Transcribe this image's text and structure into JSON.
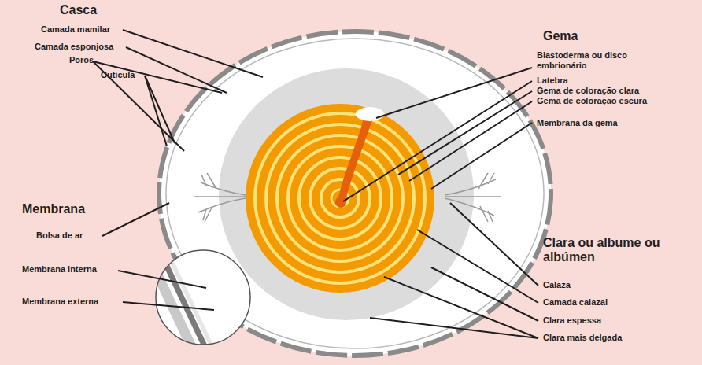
{
  "diagram": {
    "labels": [
      "Casca",
      "Camada mamilar",
      "Camada esponjosa",
      "Poros",
      "Cutícula",
      "Membrana",
      "Bolsa de ar",
      "Membrana interna",
      "Membrana externa",
      "Gema",
      "Blastoderma ou disco embrionário",
      "Latebra",
      "Gema de coloração clara",
      "Gema de coloração escura",
      "Membrana da gema",
      "Clara ou albume ou albúmen",
      "Calaza",
      "Camada calazal",
      "Clara espessa",
      "Clara mais delgada"
    ]
  }
}
